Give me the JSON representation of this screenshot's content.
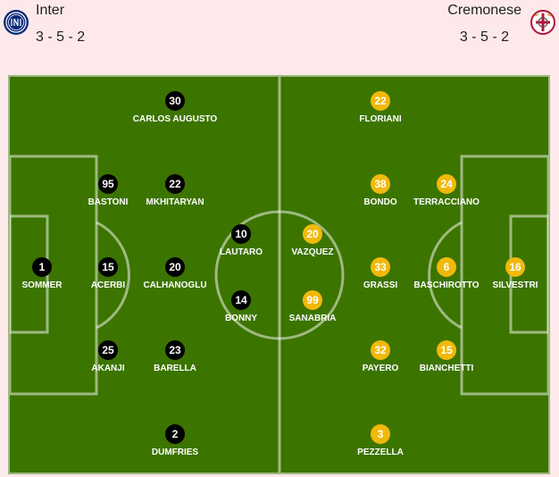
{
  "home": {
    "name": "Inter",
    "formation": "3 - 5 - 2",
    "crest_icon": "inter-crest-icon",
    "color": "#000000",
    "players": [
      {
        "number": "1",
        "name": "SOMMER"
      },
      {
        "number": "95",
        "name": "BASTONI"
      },
      {
        "number": "15",
        "name": "ACERBI"
      },
      {
        "number": "25",
        "name": "AKANJI"
      },
      {
        "number": "30",
        "name": "CARLOS AUGUSTO"
      },
      {
        "number": "22",
        "name": "MKHITARYAN"
      },
      {
        "number": "20",
        "name": "CALHANOGLU"
      },
      {
        "number": "23",
        "name": "BARELLA"
      },
      {
        "number": "2",
        "name": "DUMFRIES"
      },
      {
        "number": "10",
        "name": "LAUTARO"
      },
      {
        "number": "14",
        "name": "BONNY"
      }
    ]
  },
  "away": {
    "name": "Cremonese",
    "formation": "3 - 5 - 2",
    "crest_icon": "cremonese-crest-icon",
    "color": "#f0b90b",
    "players": [
      {
        "number": "16",
        "name": "SILVESTRI"
      },
      {
        "number": "24",
        "name": "TERRACCIANO"
      },
      {
        "number": "6",
        "name": "BASCHIROTTO"
      },
      {
        "number": "15",
        "name": "BIANCHETTI"
      },
      {
        "number": "22",
        "name": "FLORIANI"
      },
      {
        "number": "38",
        "name": "BONDO"
      },
      {
        "number": "33",
        "name": "GRASSI"
      },
      {
        "number": "32",
        "name": "PAYERO"
      },
      {
        "number": "3",
        "name": "PEZZELLA"
      },
      {
        "number": "20",
        "name": "VAZQUEZ"
      },
      {
        "number": "99",
        "name": "SANABRIA"
      }
    ]
  },
  "pitch_color": "#3c7400"
}
